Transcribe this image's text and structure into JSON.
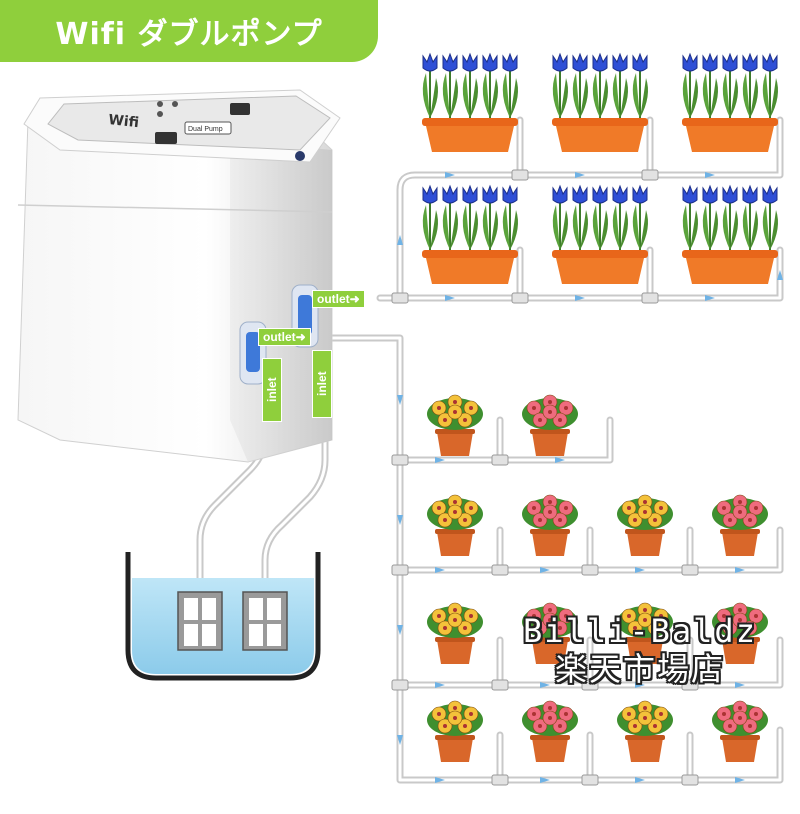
{
  "banner": {
    "title": "Wifi ダブルポンプ"
  },
  "labels": {
    "outlet_top": "outlet",
    "outlet_mid": "outlet",
    "inlet_left": "inlet",
    "inlet_right": "inlet"
  },
  "device": {
    "brand": "Wifi",
    "panel_button_label": "Dual Pump"
  },
  "watermark": {
    "line1": "Billi-Baldz",
    "line2": "楽天市場店"
  },
  "colors": {
    "banner_green": "#8fcf3c",
    "pot_orange": "#f07a28",
    "tulip_blue": "#2f4fd6",
    "water_blue": "#a9dcf3",
    "tube_arrow": "#6fb3e6"
  }
}
